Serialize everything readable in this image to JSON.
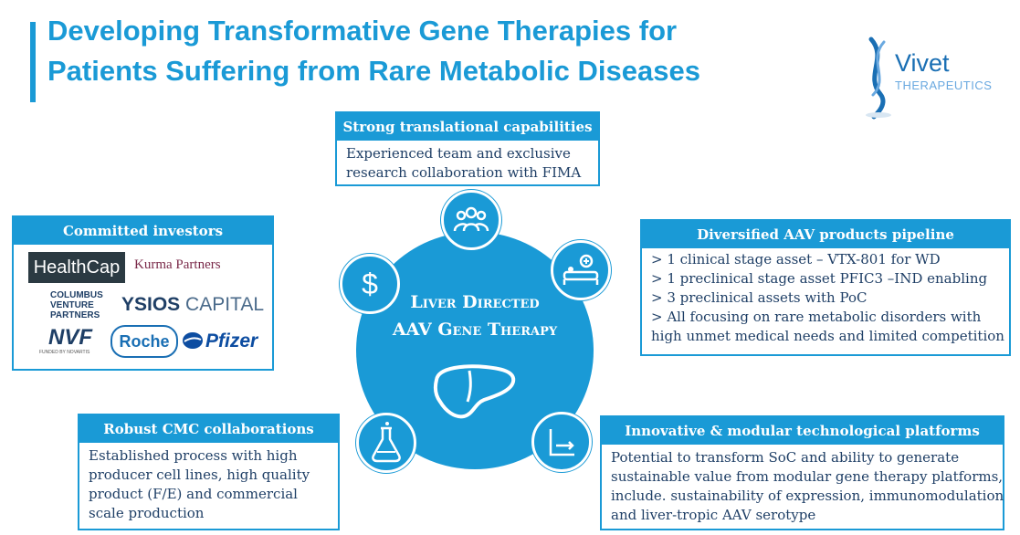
{
  "header": {
    "title_line1": "Developing Transformative Gene Therapies for",
    "title_line2": "Patients Suffering from Rare Metabolic Diseases"
  },
  "logo": {
    "name": "Vivet",
    "sub": "THERAPEUTICS"
  },
  "center": {
    "line1": "Liver Directed",
    "line2": "AAV Gene Therapy"
  },
  "boxes": {
    "translational": {
      "title": "Strong translational capabilities",
      "lines": [
        "Experienced team and exclusive",
        "research collaboration with FIMA"
      ]
    },
    "investors": {
      "title": "Committed investors",
      "logos": [
        "HealthCap",
        "Kurma Partners",
        "COLUMBUS",
        "VENTURE",
        "PARTNERS",
        "YSIOS",
        "CAPITAL",
        "NVF",
        "FUNDED BY NOVARTIS",
        "Roche",
        "Pfizer"
      ]
    },
    "pipeline": {
      "title": "Diversified AAV products pipeline",
      "lines": [
        "> 1 clinical stage asset – VTX-801 for WD",
        "> 1 preclinical stage asset PFIC3 –IND enabling",
        "> 3 preclinical assets with PoC",
        "> All focusing on rare metabolic disorders with",
        "high unmet medical needs and limited competition"
      ]
    },
    "cmc": {
      "title": "Robust CMC collaborations",
      "lines": [
        "Established process with high",
        "producer cell lines, high quality",
        "product (F/E) and commercial",
        "scale production"
      ]
    },
    "platforms": {
      "title": "Innovative & modular technological platforms",
      "lines": [
        "Potential to transform SoC and ability to generate",
        "sustainable value from modular gene therapy platforms,",
        "include. sustainability of expression, immunomodulation",
        "and liver-tropic AAV serotype"
      ]
    }
  },
  "icons": [
    "team-icon",
    "dollar-icon",
    "patient-bed-icon",
    "flask-icon",
    "chart-axis-icon",
    "liver-icon"
  ],
  "colors": {
    "accent": "#1a9ad6",
    "text": "#1f3f66"
  }
}
